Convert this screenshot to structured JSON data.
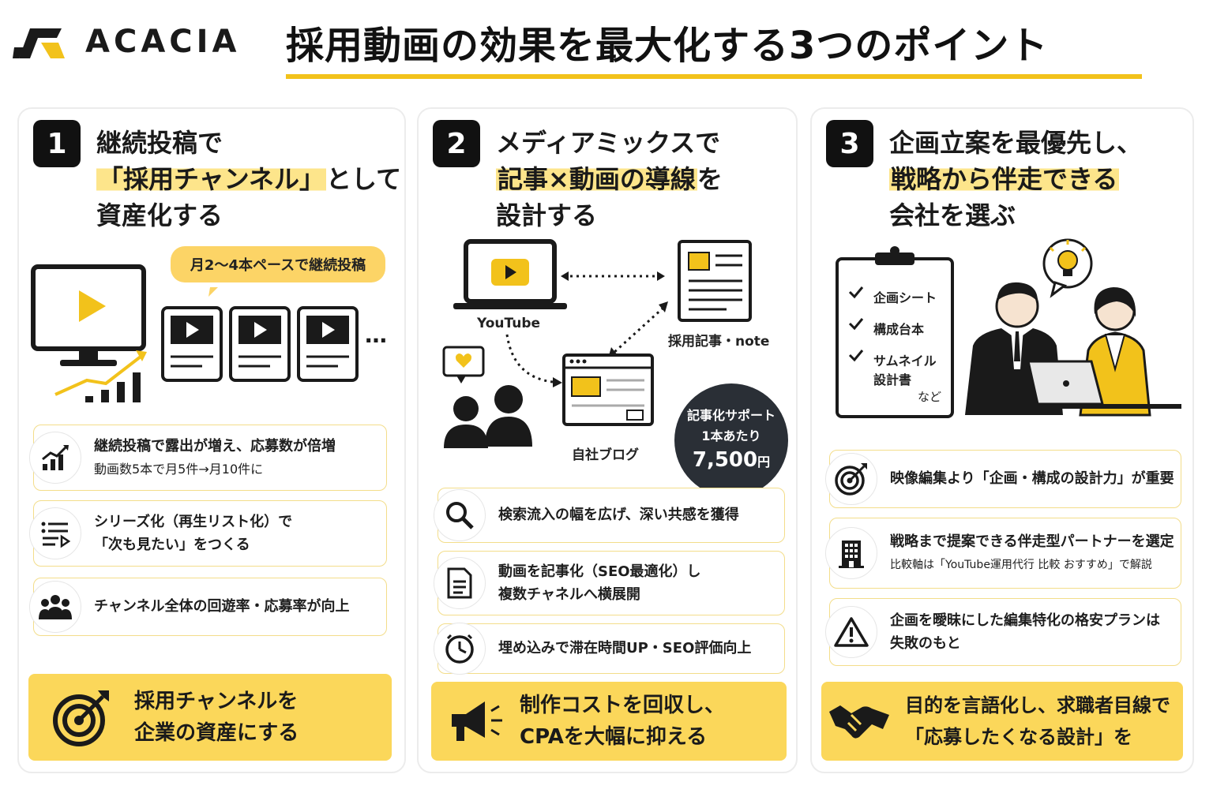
{
  "header": {
    "logo_text": "ACACIA",
    "title": "採用動画の効果を最大化する3つのポイント"
  },
  "colors": {
    "accent": "#f2c21b",
    "cta_bg": "#fbd75a",
    "dark": "#111111"
  },
  "columns": [
    {
      "number": "1",
      "title_line1": "継続投稿で",
      "title_line2_hl": "「採用チャンネル」",
      "title_line2_rest": "として",
      "title_line3": "資産化する",
      "bubble": "月2〜4本ペースで継続投稿",
      "ellipsis": "…",
      "features": [
        {
          "icon": "growth-chart-icon",
          "text": "継続投稿で露出が増え、応募数が倍増",
          "sub": "動画数5本で月5件→月10件に"
        },
        {
          "icon": "list-play-icon",
          "text": "シリーズ化（再生リスト化）で",
          "sub": "「次も見たい」をつくる"
        },
        {
          "icon": "group-icon",
          "text": "チャンネル全体の回遊率・応募率が向上",
          "sub": ""
        }
      ],
      "cta_line1": "採用チャンネルを",
      "cta_line2": "企業の資産にする"
    },
    {
      "number": "2",
      "title_line1": "メディアミックスで",
      "title_line2_hl": "記事×動画の導線",
      "title_line2_rest": "を",
      "title_line3": "設計する",
      "label_youtube": "YouTube",
      "label_article": "採用記事・note",
      "label_blog": "自社ブログ",
      "badge_l1": "記事化サポート",
      "badge_l2": "1本あたり",
      "badge_l3": "7,500",
      "badge_unit": "円",
      "features": [
        {
          "icon": "search-icon",
          "text": "検索流入の幅を広げ、深い共感を獲得",
          "sub": ""
        },
        {
          "icon": "document-icon",
          "text": "動画を記事化（SEO最適化）し",
          "sub": "複数チャネルへ横展開"
        },
        {
          "icon": "clock-icon",
          "text": "埋め込みで滞在時間UP・SEO評価向上",
          "sub": ""
        }
      ],
      "cta_line1": "制作コストを回収し、",
      "cta_line2": "CPAを大幅に抑える"
    },
    {
      "number": "3",
      "title_line1": "企画立案を最優先し、",
      "title_line2_hl": "戦略から伴走できる",
      "title_line2_rest": "",
      "title_line3": "会社を選ぶ",
      "checklist": [
        "企画シート",
        "構成台本",
        "サムネイル",
        "設計書"
      ],
      "checklist_more": "など",
      "features": [
        {
          "icon": "target-icon",
          "text": "映像編集より「企画・構成の設計力」が重要",
          "sub": ""
        },
        {
          "icon": "building-icon",
          "text": "戦略まで提案できる伴走型パートナーを選定",
          "sub": "比較軸は「YouTube運用代行 比較 おすすめ」で解説"
        },
        {
          "icon": "warning-icon",
          "text": "企画を曖昧にした編集特化の格安プランは",
          "sub": "失敗のもと"
        }
      ],
      "cta_line1": "目的を言語化し、求職者目線で",
      "cta_line2": "「応募したくなる設計」を"
    }
  ]
}
